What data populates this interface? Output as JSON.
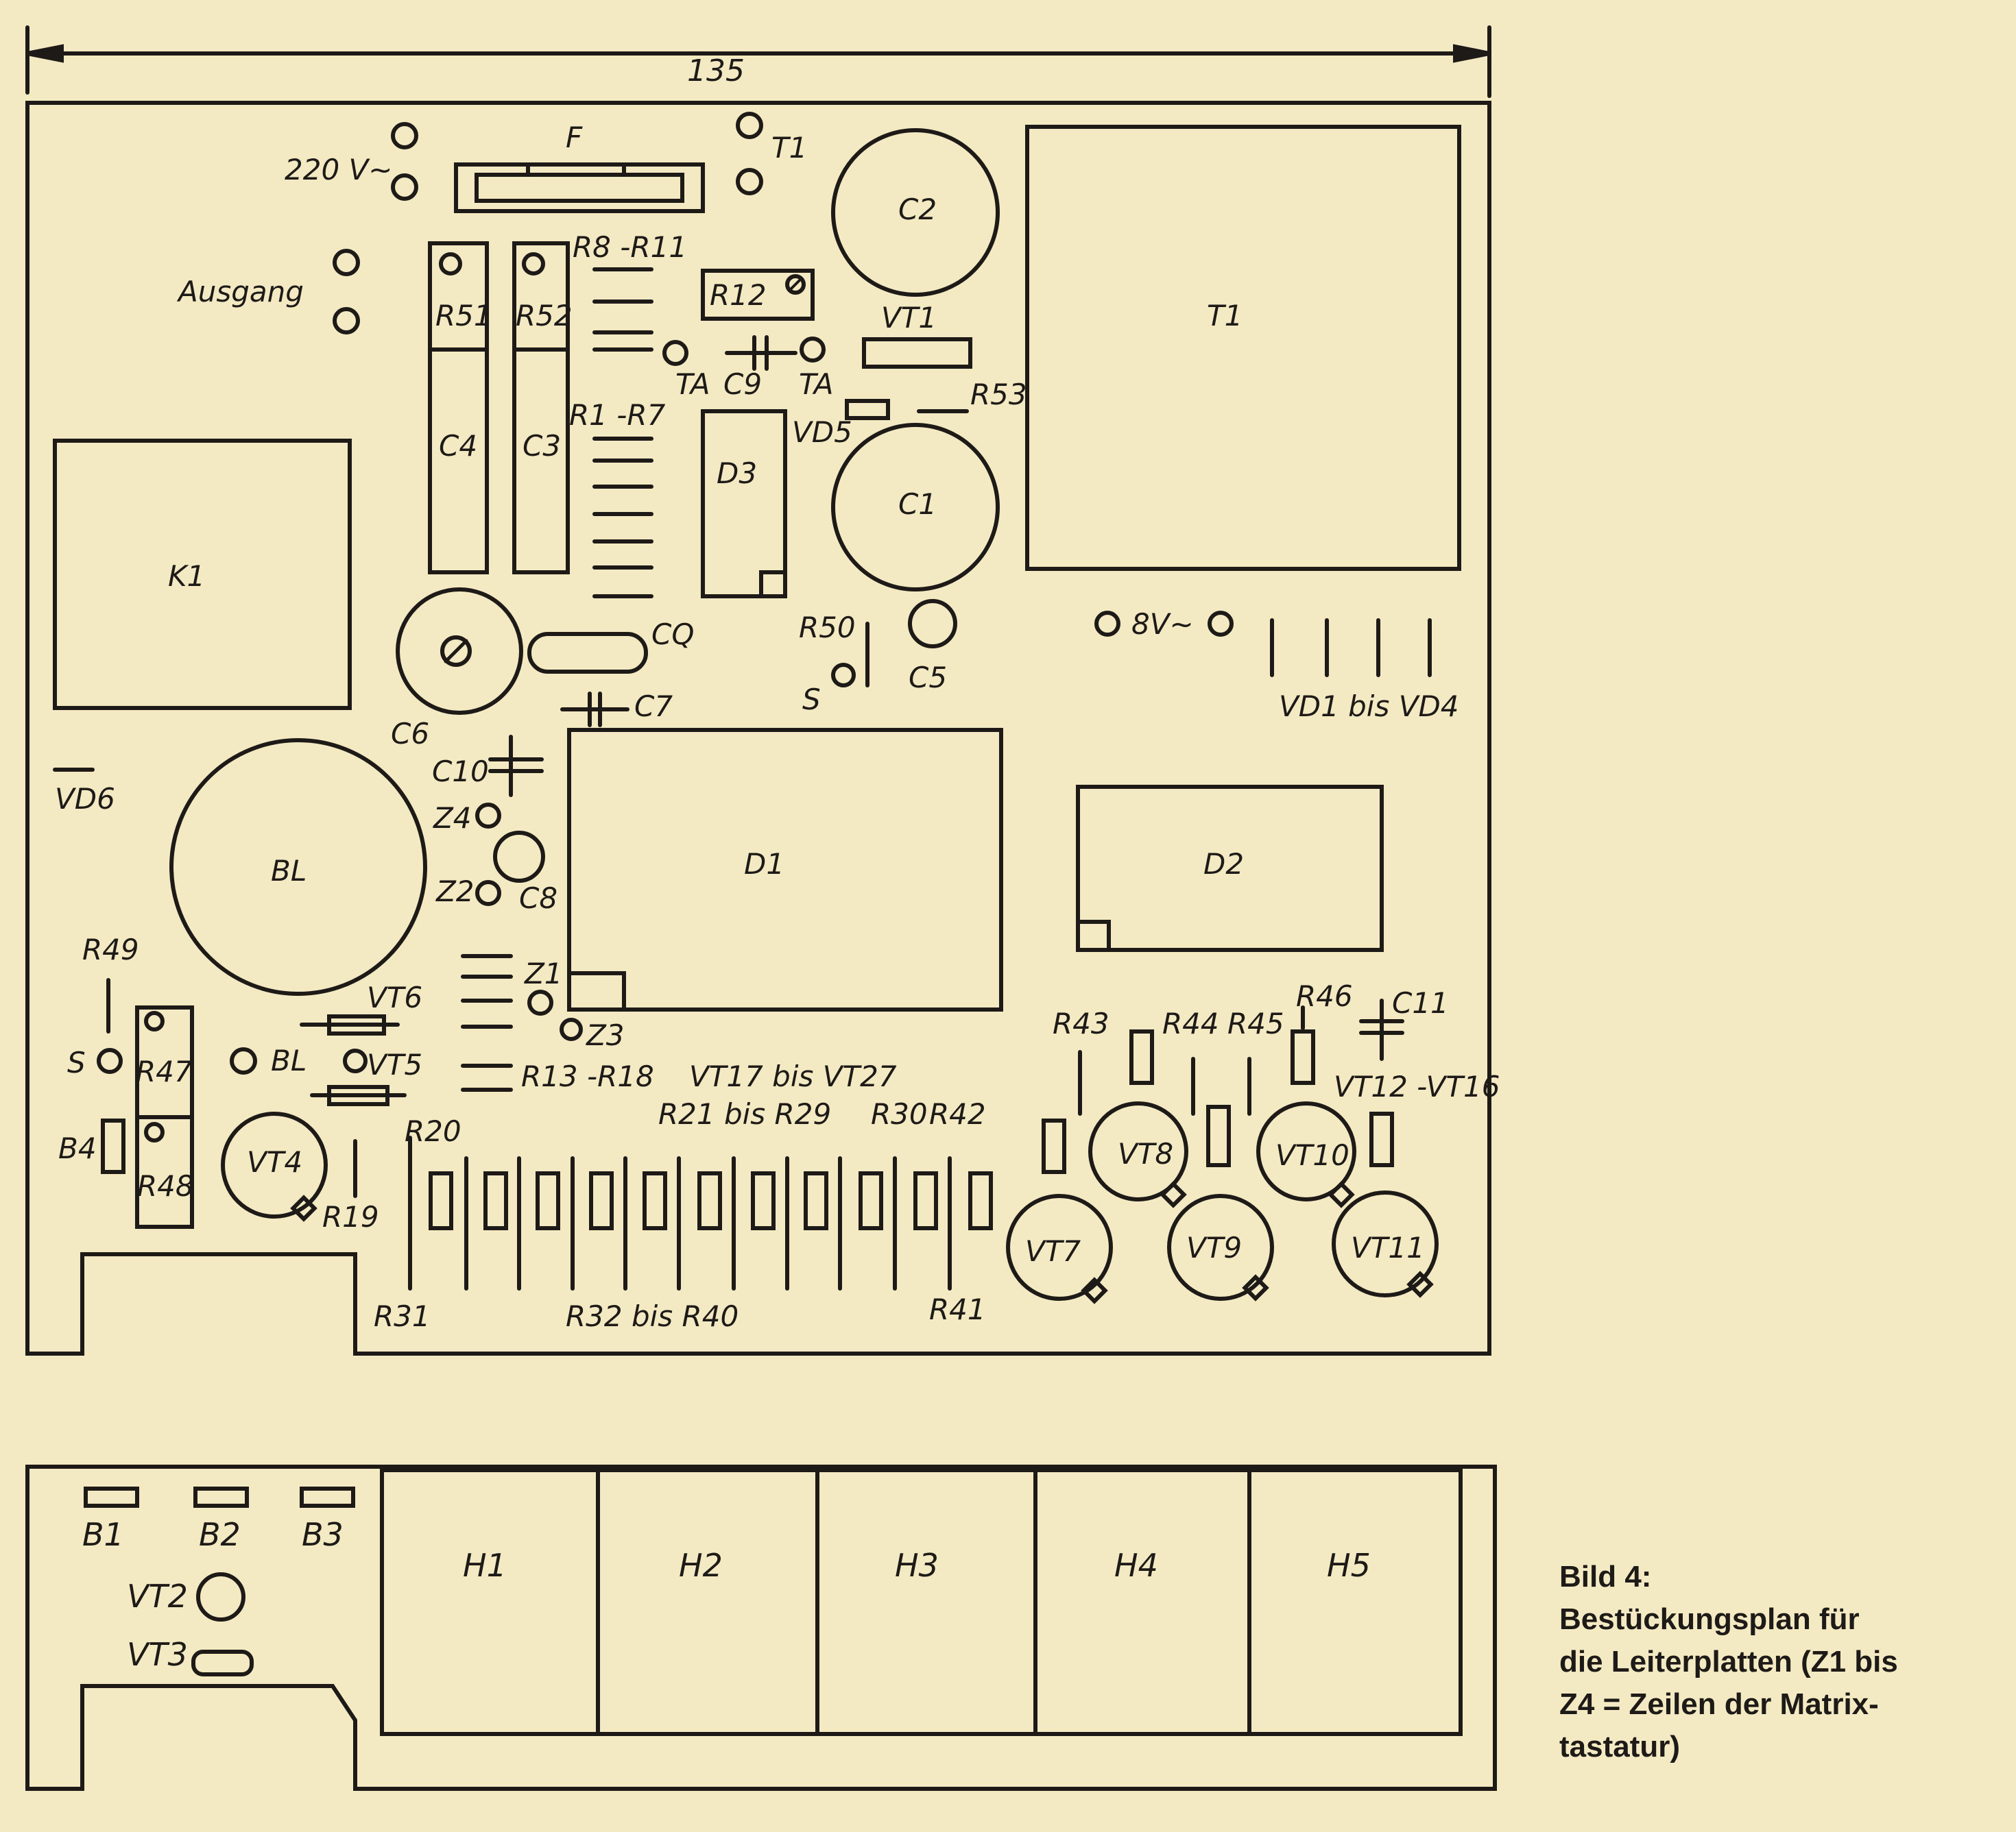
{
  "dimension": "135",
  "upper_board": {
    "mains": "220 V~",
    "fuse": "F",
    "output": "Ausgang",
    "buttons": [
      "T1",
      "T1"
    ],
    "ac8": "8V~",
    "vd_range": "VD1 bis VD4",
    "labels": [
      "C2",
      "VT1",
      "R12",
      "R8 -R11",
      "R51",
      "R52",
      "TA",
      "C9",
      "TA",
      "R53",
      "VD5",
      "R1 -R7",
      "C4",
      "C3",
      "D3",
      "C1",
      "K1",
      "R50",
      "C5",
      "CQ",
      "S",
      "C6",
      "C7",
      "C10",
      "VD6",
      "Z4",
      "C8",
      "Z2",
      "D1",
      "D2",
      "BL",
      "R49",
      "Z1",
      "VT6",
      "Z3",
      "R43",
      "R44",
      "R45",
      "R46",
      "C11",
      "S",
      "R47",
      "BL",
      "VT5",
      "R13 -R18",
      "VT17 bis VT27",
      "VT12 -VT16",
      "B4",
      "R20",
      "R21 bis R29",
      "R30",
      "R42",
      "VT8",
      "VT10",
      "R48",
      "VT4",
      "R19",
      "VT7",
      "VT9",
      "VT11",
      "R31",
      "R32 bis R40",
      "R41"
    ]
  },
  "lower_board": {
    "labels": [
      "B1",
      "B2",
      "B3",
      "VT2",
      "VT3"
    ],
    "displays": [
      "H1",
      "H2",
      "H3",
      "H4",
      "H5"
    ]
  },
  "caption": {
    "line1": "Bild 4:",
    "line2": "Bestückungsplan für",
    "line3": "die Leiterplatten (Z1 bis",
    "line4": "Z4 = Zeilen der Matrix-",
    "line5": "tastatur)"
  },
  "colors": {
    "paper": "#f3e9c3",
    "ink": "#1d1a17"
  }
}
